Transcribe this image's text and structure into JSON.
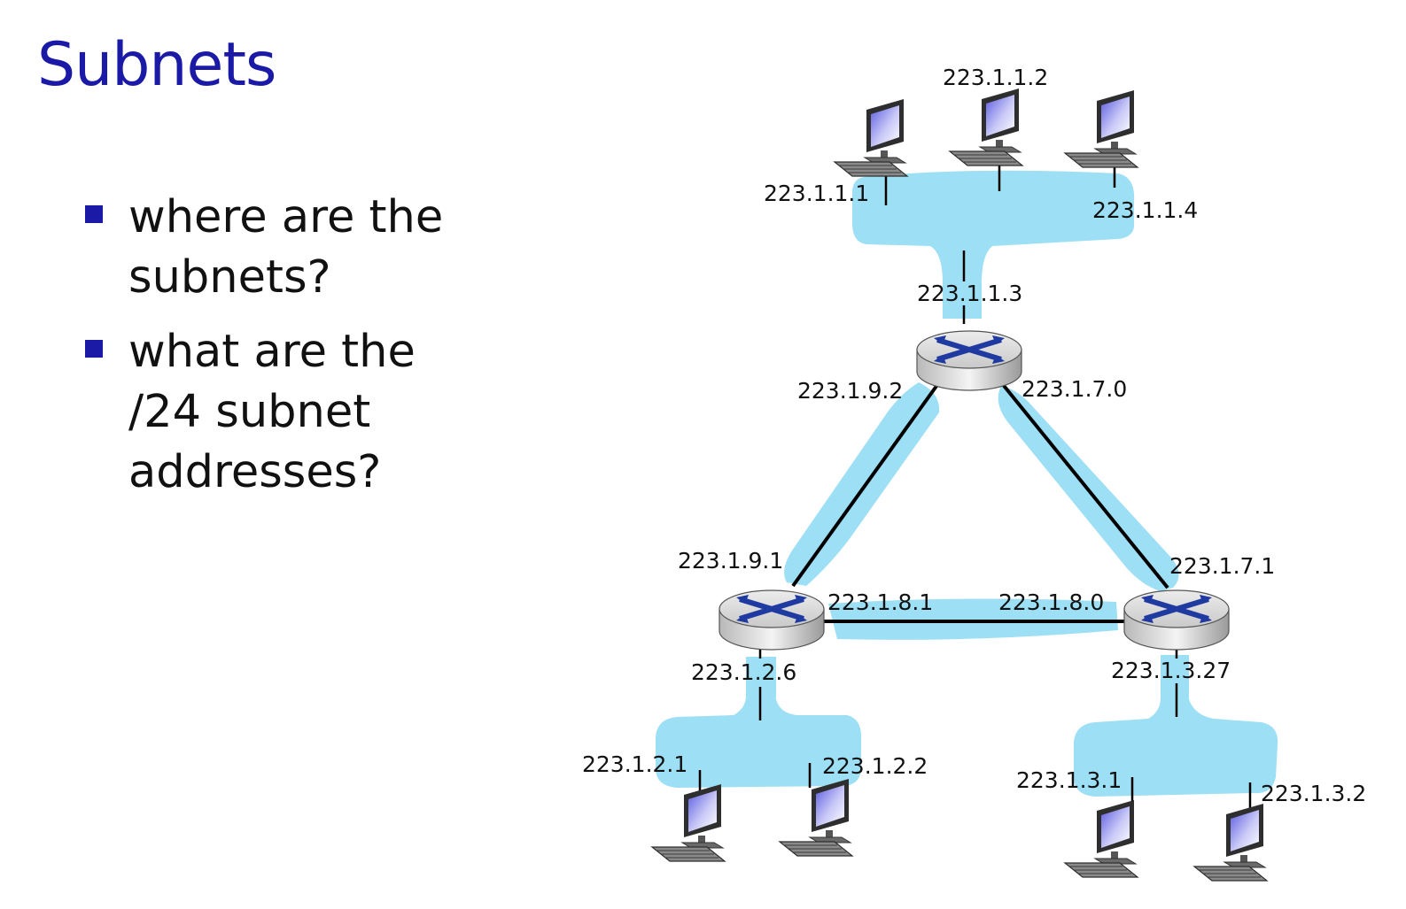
{
  "title": "Subnets",
  "bullets": [
    "where are the subnets?",
    "what are the /24 subnet addresses?"
  ],
  "colors": {
    "title": "#1a1aa6",
    "bullet": "#1a1aa6",
    "subnet_blob": "#9ddff5",
    "link": "#000000",
    "router_body": "#dcdcdc",
    "router_arrows": "#1f3aa0"
  },
  "icons": {
    "router": "router-icon",
    "host": "desktop-computer-icon"
  },
  "labels": {
    "top_host_left": "223.1.1.1",
    "top_host_mid": "223.1.1.2",
    "top_host_right": "223.1.1.4",
    "top_router_up": "223.1.1.3",
    "top_router_left": "223.1.9.2",
    "top_router_right": "223.1.7.0",
    "left_router_up": "223.1.9.1",
    "left_router_right": "223.1.8.1",
    "left_router_down": "223.1.2.6",
    "right_router_up": "223.1.7.1",
    "right_router_left": "223.1.8.0",
    "right_router_down": "223.1.3.27",
    "bl_host_left": "223.1.2.1",
    "bl_host_right": "223.1.2.2",
    "br_host_left": "223.1.3.1",
    "br_host_right": "223.1.3.2"
  }
}
